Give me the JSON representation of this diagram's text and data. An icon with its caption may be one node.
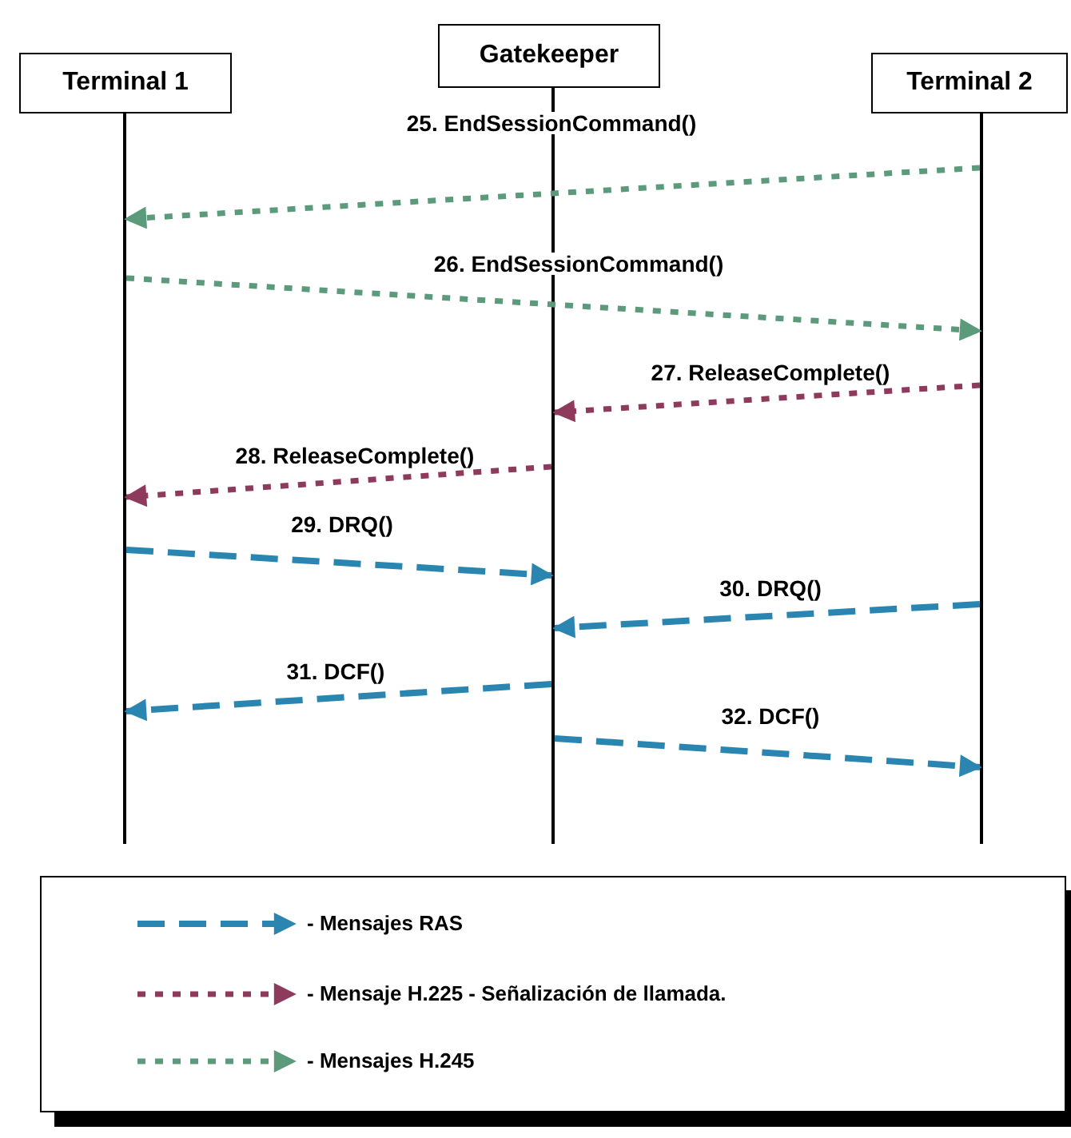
{
  "diagram": {
    "nodes": [
      {
        "text": [
          "Terminal 1"
        ]
      },
      {
        "text": [
          "Gatekeeper"
        ]
      },
      {
        "text": [
          "Terminal 2"
        ]
      },
      {
        "text": [],
        "shape": "bar"
      },
      {
        "text": [],
        "shape": "bar"
      },
      {
        "text": [],
        "shape": "bar"
      }
    ],
    "edges": [
      {
        "from": 5,
        "to": 3,
        "arrow": "to",
        "label": "25. EndSessionCommand()",
        "style": "dashed",
        "color": "#5c9a7c"
      },
      {
        "from": 3,
        "to": 5,
        "arrow": "to",
        "label": "26. EndSessionCommand()",
        "style": "dashed",
        "color": "#5c9a7c"
      },
      {
        "from": 5,
        "to": 4,
        "arrow": "to",
        "label": "27. ReleaseComplete()",
        "style": "dashed",
        "color": "#8e3a5c"
      },
      {
        "from": 4,
        "to": 3,
        "arrow": "to",
        "label": "28. ReleaseComplete()",
        "style": "dashed",
        "color": "#8e3a5c"
      },
      {
        "from": 3,
        "to": 4,
        "arrow": "to",
        "label": "29. DRQ()",
        "style": "dashed",
        "color": "#2a86b0"
      },
      {
        "from": 5,
        "to": 4,
        "arrow": "to",
        "label": "30. DRQ()",
        "style": "dashed",
        "color": "#2a86b0"
      },
      {
        "from": 4,
        "to": 3,
        "arrow": "to",
        "label": "31. DCF()",
        "style": "dashed",
        "color": "#2a86b0"
      },
      {
        "from": 4,
        "to": 5,
        "arrow": "to",
        "label": "32. DCF()",
        "style": "dashed",
        "color": "#2a86b0"
      }
    ],
    "legend": [
      {
        "text": "- Mensajes RAS"
      },
      {
        "text": "- Mensaje H.225 - Señalización de llamada."
      },
      {
        "text": "- Mensajes H.245"
      }
    ]
  }
}
